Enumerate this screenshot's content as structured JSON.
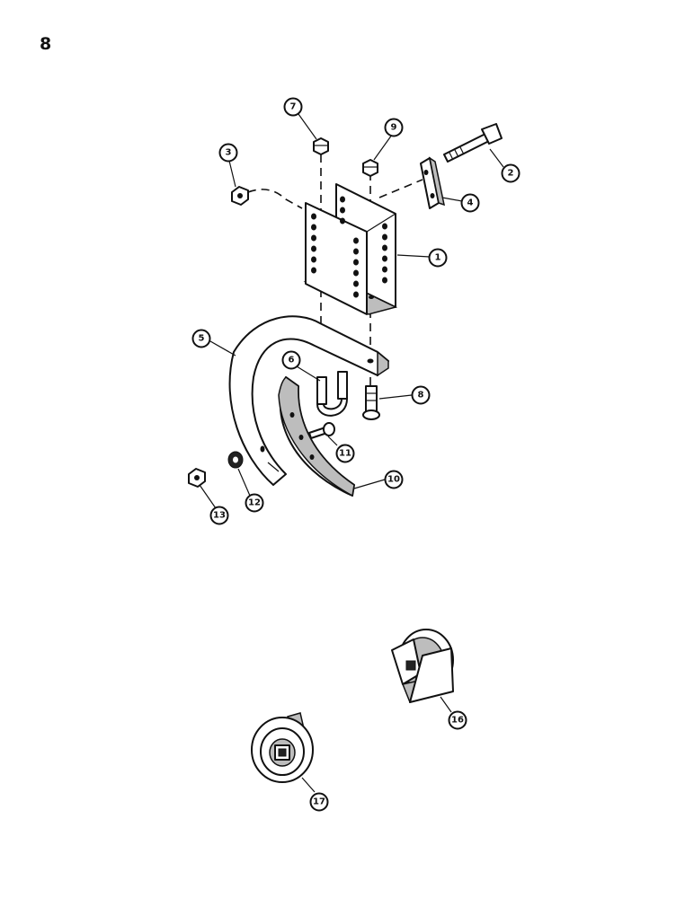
{
  "page": {
    "number": "8"
  },
  "colors": {
    "ink": "#111111",
    "shade": "#bdbdbd",
    "paper": "#ffffff"
  },
  "callouts": [
    {
      "id": "1",
      "label": "1"
    },
    {
      "id": "2",
      "label": "2"
    },
    {
      "id": "3",
      "label": "3"
    },
    {
      "id": "4",
      "label": "4"
    },
    {
      "id": "5",
      "label": "5"
    },
    {
      "id": "6",
      "label": "6"
    },
    {
      "id": "7",
      "label": "7"
    },
    {
      "id": "8",
      "label": "8"
    },
    {
      "id": "9",
      "label": "9"
    },
    {
      "id": "10",
      "label": "10"
    },
    {
      "id": "11",
      "label": "11"
    },
    {
      "id": "12",
      "label": "12"
    },
    {
      "id": "13",
      "label": "13"
    },
    {
      "id": "16",
      "label": "16"
    },
    {
      "id": "17",
      "label": "17"
    }
  ]
}
